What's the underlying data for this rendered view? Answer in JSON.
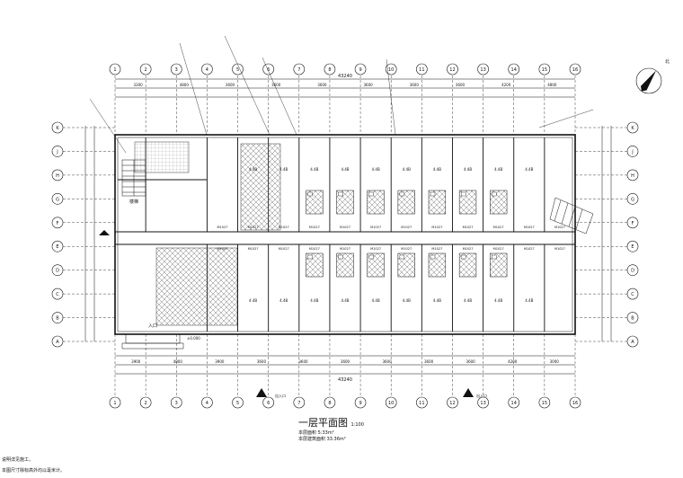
{
  "drawing": {
    "title": "一层平面图",
    "scale": "1:100",
    "area_line_1": "本层面积 5:33m²",
    "area_line_2": "本层建筑面积 33.36m²",
    "total_dim_top": "43240",
    "total_dim_bottom": "43240",
    "north_label": "北"
  },
  "axes": {
    "columns": [
      "1",
      "2",
      "3",
      "4",
      "5",
      "6",
      "7",
      "8",
      "9",
      "10",
      "11",
      "12",
      "13",
      "14",
      "15",
      "16"
    ],
    "rows": [
      "A",
      "B",
      "C",
      "D",
      "E",
      "F",
      "G",
      "H",
      "J",
      "K"
    ]
  },
  "dims": {
    "top": [
      "3300",
      "4800",
      "3600",
      "3600",
      "3600",
      "3600",
      "3600",
      "3600",
      "4200",
      "4800"
    ],
    "bottom": [
      "3900",
      "4800",
      "3900",
      "3600",
      "3600",
      "3600",
      "3600",
      "3600",
      "3600",
      "4200",
      "3000"
    ]
  },
  "rooms": [
    "4.4B",
    "4.4B",
    "4.4B",
    "4.4B",
    "4.4B",
    "4.4B",
    "4.4B",
    "4.4B",
    "4.4B",
    "4.4B"
  ],
  "doors": [
    "M1027",
    "M1027",
    "M1027",
    "M1027",
    "M1027",
    "M1027",
    "M1027",
    "M1027",
    "M1027",
    "M1027",
    "M1027",
    "M1027"
  ],
  "markers": {
    "stair": "楼梯",
    "entrance_left": "入口",
    "entrance_right": "出入口",
    "elev": "±0.000"
  },
  "notes": {
    "line_1": "说明详见施工。",
    "line_2": "本图尺寸除标高外均以毫米计。"
  },
  "colors": {
    "ink": "#111111",
    "hatch": "#555555"
  }
}
